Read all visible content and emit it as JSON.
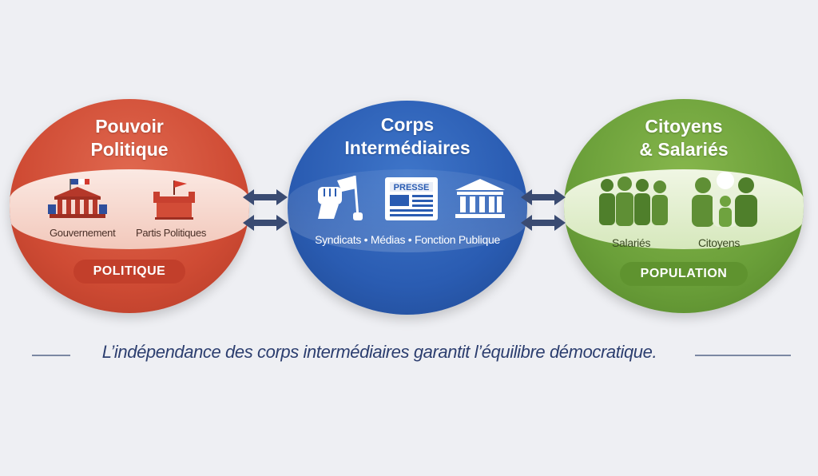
{
  "colors": {
    "red": "#cf4b34",
    "blue": "#2a5cb2",
    "green": "#6a9f39",
    "text": "#2c3e6f"
  },
  "left": {
    "title_line1": "Pouvoir",
    "title_line2": "Politique",
    "icons": [
      "government-building-icon",
      "flag-icon"
    ],
    "labels": [
      "Gouvernement",
      "Partis Politiques"
    ],
    "flag_text": "",
    "tag": "POLITIQUE"
  },
  "center": {
    "title_line1": "Corps",
    "title_line2": "Intermédiaires",
    "icons": [
      "raised-fist-icon",
      "newspaper-icon",
      "public-building-icon"
    ],
    "press_text": "PRESSE",
    "subtitle": "Syndicats • Médias • Fonction Publique"
  },
  "right": {
    "title_line1": "Citoyens",
    "title_line2": "& Salariés",
    "icons": [
      "workers-group-icon",
      "family-icon"
    ],
    "labels": [
      "Salariés",
      "Citoyens"
    ],
    "tag": "POPULATION"
  },
  "arrows": [
    "bidirectional-arrow-icon",
    "bidirectional-arrow-icon"
  ],
  "footer": "L’indépendance des corps intermédiaires garantit l’équilibre démocratique."
}
